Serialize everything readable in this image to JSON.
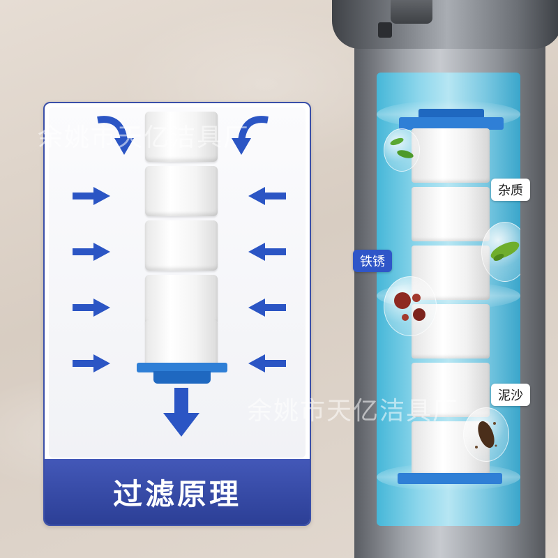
{
  "panel": {
    "title": "过滤原理",
    "colors": {
      "frame": "#3a4fa8",
      "band": "#34479f",
      "arrow": "#2b55c4",
      "cap": "#2f7fd6"
    },
    "inflow_arrows_per_side": 4
  },
  "product": {
    "labels": {
      "impurities": "杂质",
      "rust": "铁锈",
      "sediment": "泥沙"
    }
  },
  "watermark": {
    "text": "余姚市天亿洁具厂"
  }
}
